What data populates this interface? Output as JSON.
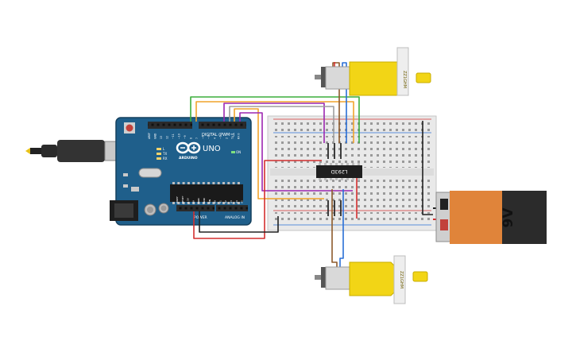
{
  "arduino": {
    "brand": "ARDUINO",
    "model": "UNO",
    "digital_label": "DIGITAL (PWM~)",
    "power_label": "POWER",
    "analog_label": "ANALOG IN",
    "led_labels": [
      "L",
      "TX",
      "RX"
    ],
    "on_label": "ON",
    "top_pins": [
      "AREF",
      "GND",
      "13",
      "12",
      "~11",
      "~10",
      "~9",
      "8",
      "7",
      "~6",
      "~5",
      "4",
      "~3",
      "2",
      "TX 1",
      "RX 0"
    ],
    "power_pins": [
      "IOREF",
      "RESET",
      "3.3V",
      "5V",
      "GND",
      "GND",
      "VIN"
    ],
    "analog_pins": [
      "A0",
      "A1",
      "A2",
      "A3",
      "A4",
      "A5"
    ],
    "colors": {
      "board": "#1f5f8b",
      "header": "#2b2b2b"
    }
  },
  "ic": {
    "label": "L293D"
  },
  "battery": {
    "label": "9V",
    "colors": {
      "body": "#2b2b2b",
      "cap": "#e0843a"
    }
  },
  "motors": [
    {
      "label": "ZZ1GHM"
    },
    {
      "label": "ZZ1GHM"
    }
  ],
  "wires": {
    "green": "#3cae3c",
    "orange": "#f1a42c",
    "purple": "#9c27b0",
    "grey": "#9e9e9e",
    "red": "#d32f2f",
    "black": "#222222",
    "blue": "#2a6fd6",
    "brown": "#8d5a2b",
    "yellow": "#e8c21a"
  }
}
